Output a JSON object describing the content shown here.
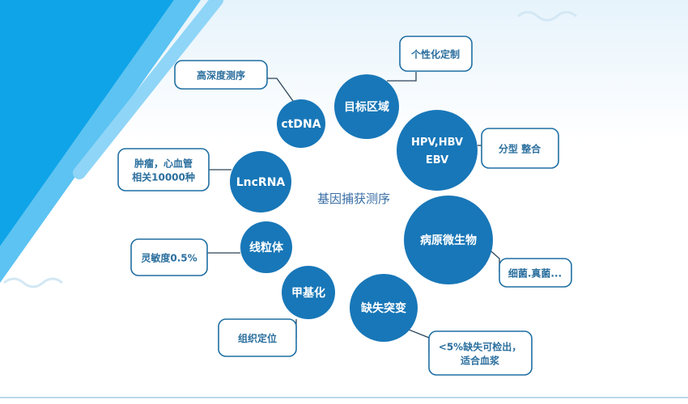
{
  "diagram": {
    "center_label": "基因捕获测序",
    "colors": {
      "node": "#1877b8",
      "box_border": "#1f6fa3",
      "box_text": "#2b6f9e",
      "connector": "#2a4358",
      "stripe_dark": "#0fa4e8",
      "stripe_light": "#8fd5f7"
    },
    "nodes": [
      {
        "id": "ctdna",
        "label_lines": [
          "ctDNA"
        ]
      },
      {
        "id": "target",
        "label_lines": [
          "目标区域"
        ]
      },
      {
        "id": "hpv",
        "label_lines": [
          "HPV,HBV",
          "EBV"
        ]
      },
      {
        "id": "lncrna",
        "label_lines": [
          "LncRNA"
        ]
      },
      {
        "id": "pathogen",
        "label_lines": [
          "病原微生物"
        ]
      },
      {
        "id": "mito",
        "label_lines": [
          "线粒体"
        ]
      },
      {
        "id": "methyl",
        "label_lines": [
          "甲基化"
        ]
      },
      {
        "id": "mutation",
        "label_lines": [
          "缺失突变"
        ]
      }
    ],
    "boxes": [
      {
        "id": "personal",
        "lines": [
          "个性化定制"
        ]
      },
      {
        "id": "deep",
        "lines": [
          "高深度测序"
        ]
      },
      {
        "id": "typing",
        "lines": [
          "分型 整合"
        ]
      },
      {
        "id": "tumor",
        "lines": [
          "肿瘤，心血管",
          "相关10000种"
        ]
      },
      {
        "id": "bacteria",
        "lines": [
          "细菌.真菌..."
        ]
      },
      {
        "id": "sensitivity",
        "lines": [
          "灵敏度0.5%"
        ]
      },
      {
        "id": "tissue",
        "lines": [
          "组织定位"
        ]
      },
      {
        "id": "deletion",
        "lines": [
          "<5%缺失可检出，",
          "适合血浆"
        ]
      }
    ]
  }
}
